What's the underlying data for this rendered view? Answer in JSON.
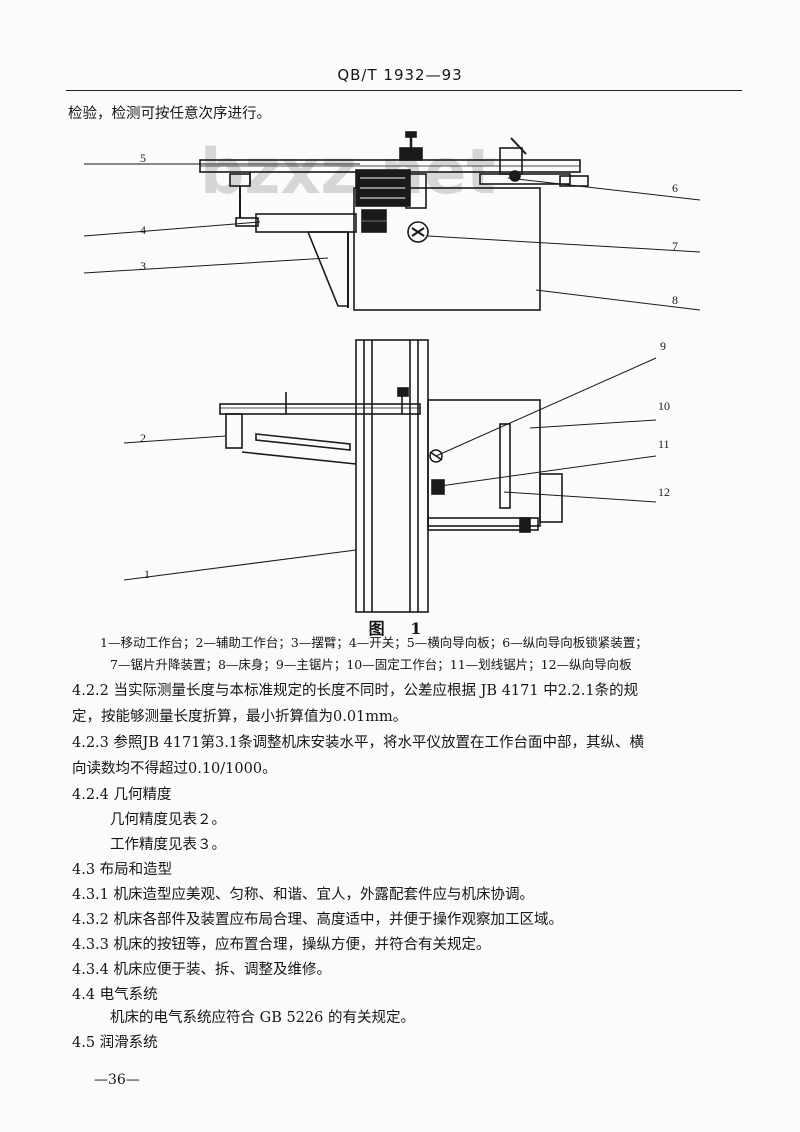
{
  "header": {
    "code": "QB/T 1932—93"
  },
  "intro_line": "检验，检测可按任意次序进行。",
  "figure": {
    "watermark": "bzxz.net",
    "callouts": [
      "1",
      "2",
      "3",
      "4",
      "5",
      "6",
      "7",
      "8",
      "9",
      "10",
      "11",
      "12"
    ],
    "caption": "图 1",
    "legend_line1": "1—移动工作台；2—辅助工作台；3—摆臂；4—开关；5—横向导向板；6—纵向导向板锁紧装置；",
    "legend_line2": "7—锯片升降装置；8—床身；9—主锯片；10—固定工作台；11—划线锯片；12—纵向导向板"
  },
  "body": {
    "p422_l1": "4.2.2  当实际测量长度与本标准规定的长度不同时，公差应根据 JB 4171 中2.2.1条的规",
    "p422_l2": "定，按能够测量长度折算，最小折算值为0.01mm。",
    "p423_l1": "4.2.3  参照JB 4171第3.1条调整机床安装水平，将水平仪放置在工作台面中部，其纵、横",
    "p423_l2": "向读数均不得超过0.10/1000。",
    "p424": "4.2.4  几何精度",
    "p424_a": "几何精度见表２。",
    "p424_b": "工作精度见表３。",
    "p43": "4.3  布局和造型",
    "p431": "4.3.1  机床造型应美观、匀称、和谐、宜人，外露配套件应与机床协调。",
    "p432": "4.3.2  机床各部件及装置应布局合理、高度适中，并便于操作观察加工区域。",
    "p433": "4.3.3  机床的按钮等，应布置合理，操纵方便，并符合有关规定。",
    "p434": "4.3.4  机床应便于装、拆、调整及维修。",
    "p44": "4.4  电气系统",
    "p44_a": "机床的电气系统应符合 GB 5226 的有关规定。",
    "p45": "4.5  润滑系统"
  },
  "footer": {
    "page": "—36—"
  }
}
